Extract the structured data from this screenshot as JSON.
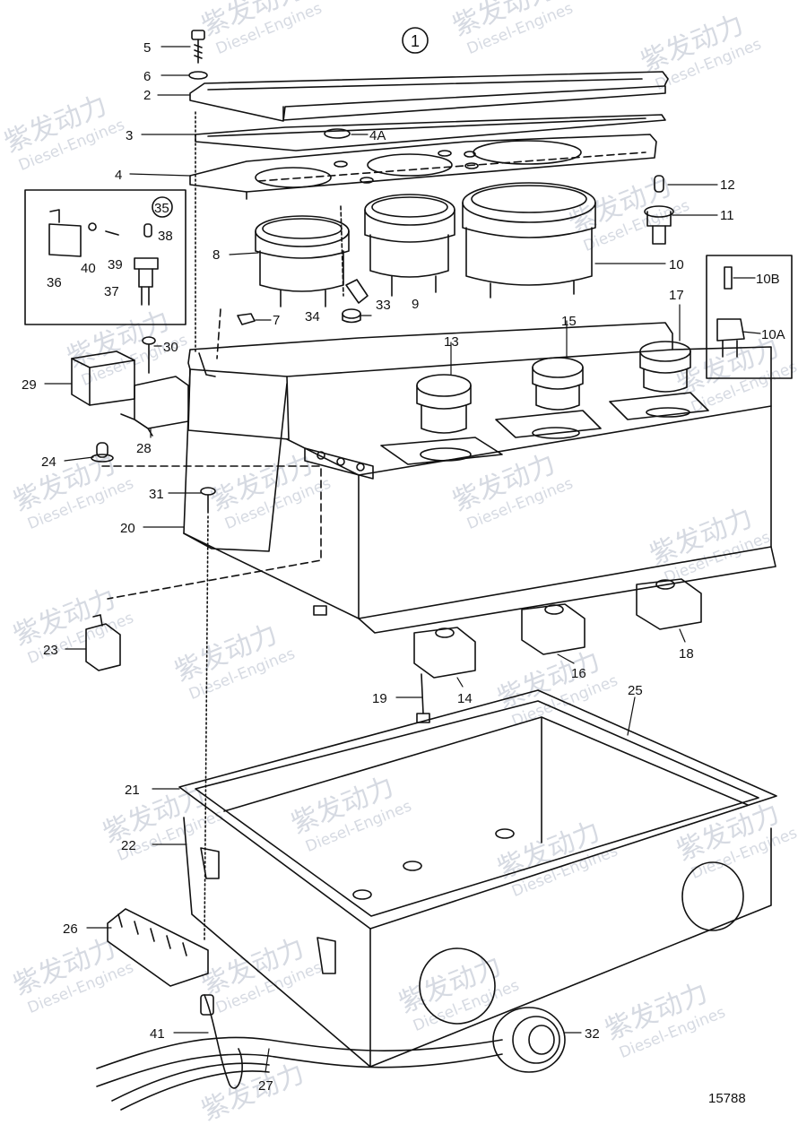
{
  "watermark": {
    "brand": "紫发动力",
    "sub": "Diesel-Engines"
  },
  "group_number": "1",
  "drawing_number": "15788",
  "callouts": [
    "5",
    "6",
    "2",
    "3",
    "4A",
    "4",
    "12",
    "11",
    "35",
    "38",
    "36",
    "40",
    "39",
    "37",
    "8",
    "9",
    "10",
    "10B",
    "10A",
    "17",
    "15",
    "13",
    "7",
    "34",
    "33",
    "30",
    "29",
    "28",
    "24",
    "31",
    "20",
    "23",
    "14",
    "16",
    "18",
    "19",
    "25",
    "21",
    "22",
    "26",
    "41",
    "27",
    "32"
  ]
}
